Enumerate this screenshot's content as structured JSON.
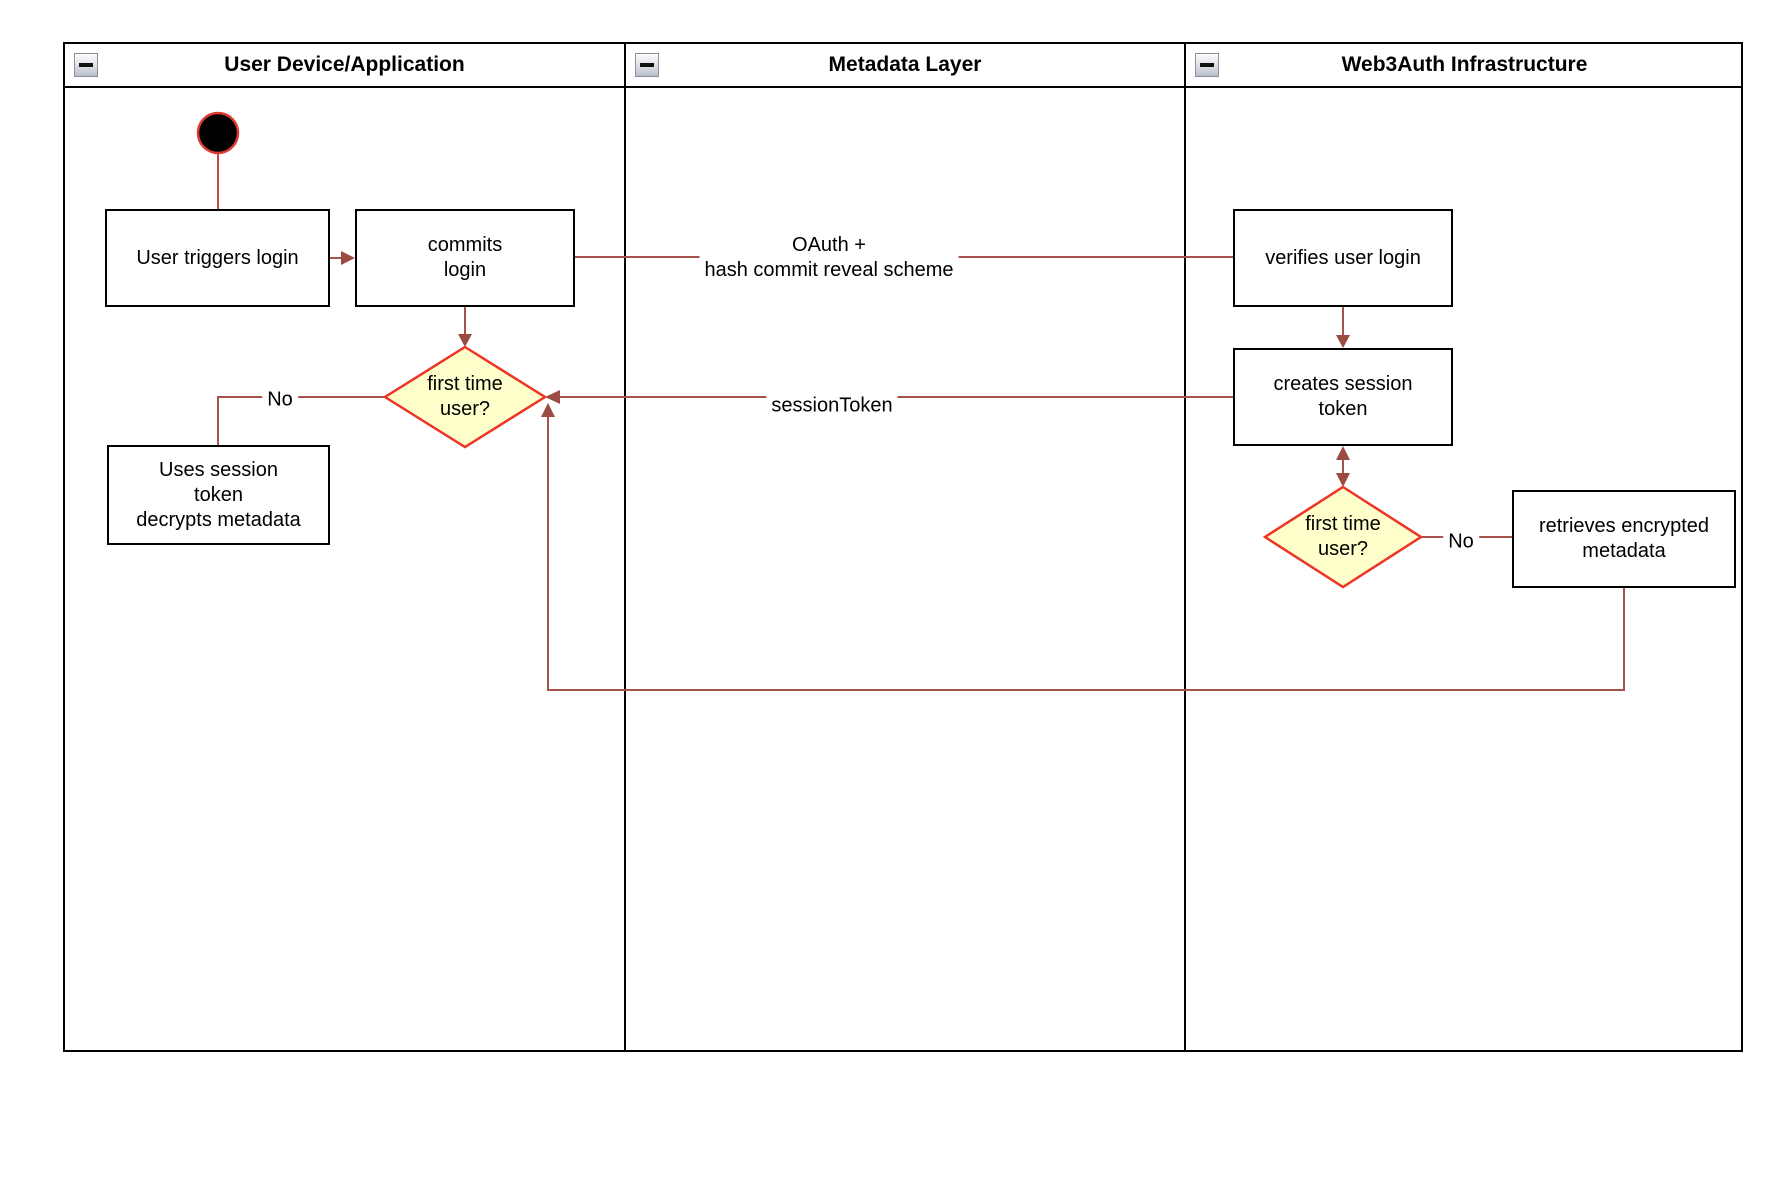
{
  "theme": {
    "connector_color": "#A5544C",
    "arrowhead_color": "#9C4B43",
    "start_line_color": "#C84A43",
    "decision_fill": "#FFFFCC",
    "decision_stroke": "#EE3424",
    "start_fill": "#000000",
    "start_stroke": "#DD3A30",
    "node_border": "#000000",
    "lane_border": "#000000",
    "background": "#FFFFFF"
  },
  "lanes": [
    {
      "title": "User Device/Application"
    },
    {
      "title": "Metadata Layer"
    },
    {
      "title": "Web3Auth Infrastructure"
    }
  ],
  "nodes": {
    "user_triggers_login": {
      "label": "User triggers login"
    },
    "commits_login": {
      "label": "commits\nlogin"
    },
    "uses_session_token": {
      "label": "Uses session\ntoken\ndecrypts metadata"
    },
    "verifies_user_login": {
      "label": "verifies user login"
    },
    "creates_session_token": {
      "label": "creates session\ntoken"
    },
    "retrieves_encrypted_metadata": {
      "label": "retrieves encrypted\nmetadata"
    }
  },
  "decisions": {
    "first_time_user_device": {
      "label": "first time\nuser?"
    },
    "first_time_user_infra": {
      "label": "first time\nuser?"
    }
  },
  "edge_labels": {
    "oauth": "OAuth +\nhash commit reveal scheme",
    "session_token": "sessionToken",
    "no_device": "No",
    "no_infra": "No"
  }
}
